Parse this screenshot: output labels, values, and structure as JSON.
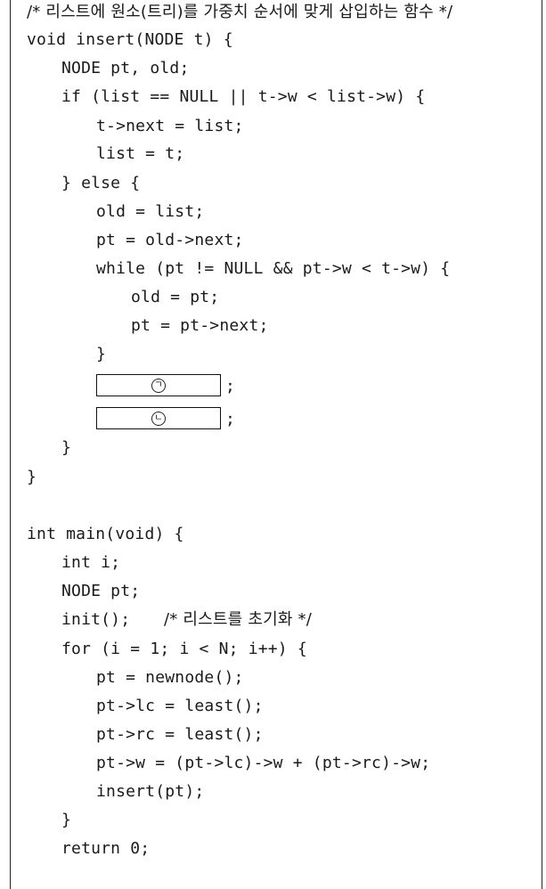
{
  "code": {
    "comment_header": "/* 리스트에 원소(트리)를 가중치 순서에 맞게 삽입하는 함수 */",
    "insert_sig": "void insert(NODE t) {",
    "decl_pt_old": "NODE pt, old;",
    "if_cond": "if (list == NULL || t->w < list->w) {",
    "t_next": "t->next = list;",
    "list_assign": "list = t;",
    "else_open": "} else {",
    "old_list": "old = list;",
    "pt_old_next": "pt = old->next;",
    "while_cond": "while (pt != NULL && pt->w < t->w) {",
    "old_pt": "old = pt;",
    "pt_next": "pt = pt->next;",
    "close_while": "}",
    "blank1_marker": "ㄱ",
    "blank1_semicolon": ";",
    "blank2_marker": "ㄴ",
    "blank2_semicolon": ";",
    "close_else": "}",
    "close_insert": "}",
    "main_sig": "int main(void) {",
    "decl_i": "int i;",
    "decl_pt": "NODE pt;",
    "init_call": "init();",
    "init_comment": "/* 리스트를 초기화 */",
    "for_loop": "for (i = 1; i < N; i++) {",
    "newnode": "pt = newnode();",
    "lc_least": "pt->lc = least();",
    "rc_least": "pt->rc = least();",
    "w_sum": "pt->w = (pt->lc)->w + (pt->rc)->w;",
    "insert_call": "insert(pt);",
    "close_for": "}",
    "return_stmt": "return 0;"
  }
}
